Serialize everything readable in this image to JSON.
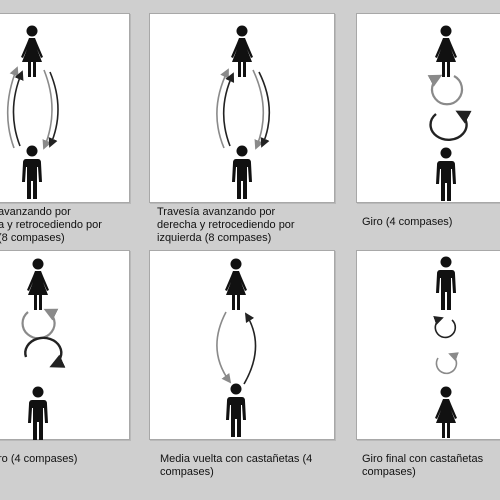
{
  "captions": {
    "p1": "avanzando por\na y retrocediendo por\n(8 compases)",
    "p2": "Travesía avanzando por\nderecha y retrocediendo por\nizquierda (8 compases)",
    "p3": "Giro (4 compases)",
    "p4": "ro (4 compases)",
    "p5": "Media vuelta con castañetas (4\ncompases)",
    "p6": "Giro final con castañetas\ncompases)"
  },
  "colors": {
    "background": "#cfcfcf",
    "panel": "#ffffff",
    "figure": "#111111",
    "arrow_dark": "#222222",
    "arrow_light": "#8a8a8a"
  },
  "icons": [
    "woman-icon",
    "man-icon",
    "arrow-icon",
    "circle-arrow-icon"
  ]
}
